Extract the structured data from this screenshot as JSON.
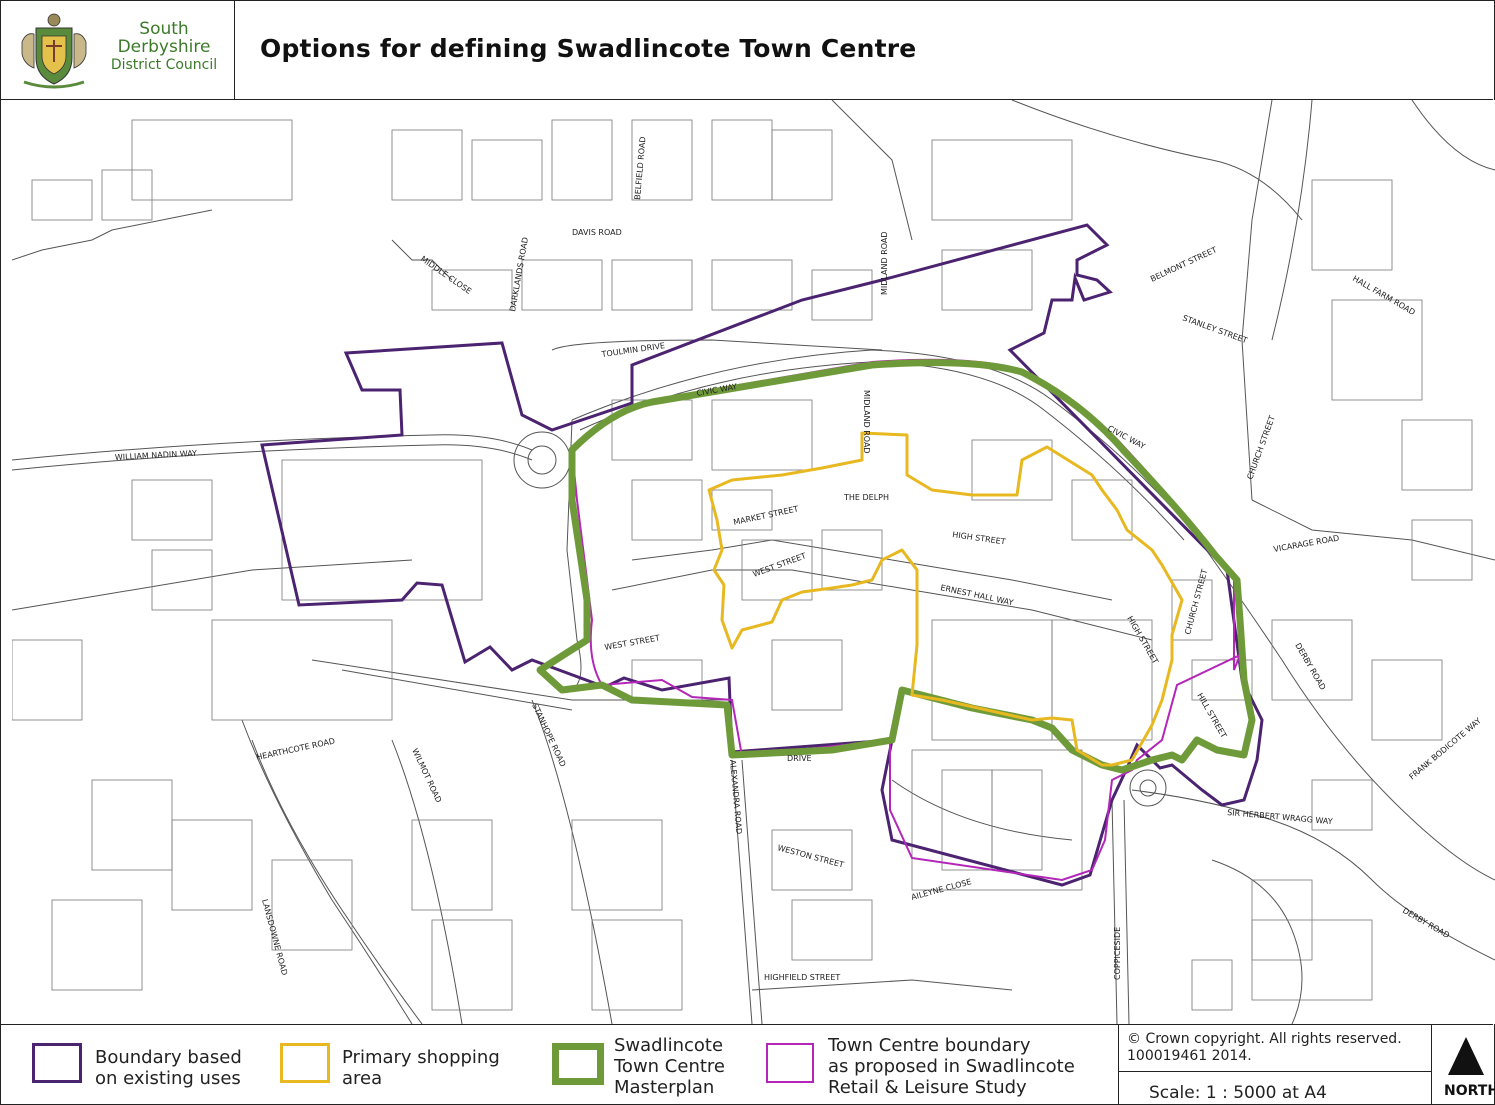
{
  "header": {
    "council_name_line1": "South",
    "council_name_line2": "Derbyshire",
    "council_name_line3": "District Council",
    "title": "Options for defining Swadlincote Town Centre"
  },
  "map": {
    "road_labels": [
      "DAVIS ROAD",
      "MIDDLE CLOSE",
      "DARKLANDS ROAD",
      "BELFIELD ROAD",
      "MIDLAND ROAD",
      "BELMONT STREET",
      "HALL FARM ROAD",
      "STANLEY STREET",
      "TOULMIN DRIVE",
      "CIVIC WAY",
      "WILLIAM NADIN WAY",
      "MIDLAND ROAD",
      "THE DELPH",
      "MARKET STREET",
      "WEST STREET",
      "HIGH STREET",
      "ERNEST HALL WAY",
      "HIGH STREET",
      "CHURCH STREET",
      "CHURCH STREET",
      "VICARAGE ROAD",
      "DERBY ROAD",
      "HILL STREET",
      "FRANK BODICOTE WAY",
      "WEST STREET",
      "HEARTHCOTE ROAD",
      "WILMOT ROAD",
      "STANHOPE ROAD",
      "ALEXANDRA ROAD",
      "SIR HERBERT WRAGG WAY",
      "WESTON STREET",
      "AILEYNE CLOSE",
      "COPPICESIDE",
      "LANSDOWNE ROAD",
      "HIGHFIELD STREET",
      "DERBY ROAD",
      "CIVIC WAY",
      "DRIVE"
    ]
  },
  "legend": {
    "items": [
      {
        "label_line1": "Boundary based",
        "label_line2": "on existing uses",
        "label_line3": "",
        "color": "#4b2370"
      },
      {
        "label_line1": "Primary shopping",
        "label_line2": "area",
        "label_line3": "",
        "color": "#e8b820"
      },
      {
        "label_line1": "Swadlincote",
        "label_line2": "Town Centre",
        "label_line3": "Masterplan",
        "color": "#6f9a3a"
      },
      {
        "label_line1": "Town Centre boundary",
        "label_line2": "as proposed in Swadlincote",
        "label_line3": "Retail & Leisure Study",
        "color": "#b326b8"
      }
    ],
    "copyright_line1": "© Crown copyright. All rights reserved.",
    "copyright_line2": "100019461  2014.",
    "scale": "Scale: 1 : 5000 at A4",
    "north": "NORTH"
  }
}
